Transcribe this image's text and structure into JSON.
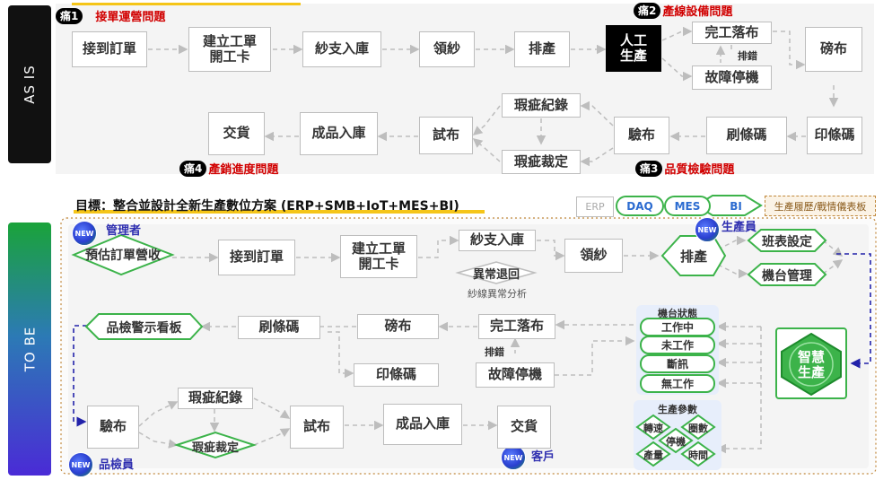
{
  "as_is": {
    "side_label": "AS IS",
    "pain_labels": [
      {
        "tag": "痛1",
        "text": "接單運營問題"
      },
      {
        "tag": "痛2",
        "text": "產線設備問題"
      },
      {
        "tag": "痛3",
        "text": "品質檢驗問題"
      },
      {
        "tag": "痛4",
        "text": "產銷進度問題"
      }
    ],
    "nodes": {
      "receive_order": "接到訂單",
      "create_card": "建立工單\n開工卡",
      "yarn_in": "紗支入庫",
      "pick_yarn": "領紗",
      "schedule": "排產",
      "manual": "人工\n生產",
      "complete": "完工落布",
      "fault": "故障停機",
      "weigh": "磅布",
      "print_code": "印條碼",
      "brush_code": "刷條碼",
      "inspect": "驗布",
      "defect_record": "瑕疵紀錄",
      "defect_judge": "瑕疵裁定",
      "trial": "試布",
      "finished_in": "成品入庫",
      "deliver": "交貨"
    },
    "troubleshoot": "排錯"
  },
  "to_be": {
    "side_label": "TO BE",
    "goal_title": "目標：整合並設計全新生產數位方案 (ERP+SMB+IoT+MES+BI)",
    "systems": [
      "ERP",
      "DAQ",
      "MES",
      "BI"
    ],
    "dashboard_label": "生產履歷/戰情儀表板",
    "roles": {
      "manager": "管理者",
      "producer": "生產員",
      "inspector": "品檢員",
      "customer": "客戶"
    },
    "new_badge": "NEW",
    "nodes": {
      "forecast": "預估訂單營收",
      "receive_order": "接到訂單",
      "create_card": "建立工單\n開工卡",
      "yarn_in": "紗支入庫",
      "abnormal_return": "異常退回",
      "yarn_analysis": "紗線異常分析",
      "pick_yarn": "領紗",
      "schedule": "排產",
      "shift_setting": "班表設定",
      "machine_mgmt": "機台管理",
      "smart_production": "智慧\n生產",
      "complete": "完工落布",
      "fault": "故障停機",
      "weigh": "磅布",
      "print_code": "印條碼",
      "brush_code": "刷條碼",
      "qc_board": "品檢警示看板",
      "inspect": "驗布",
      "defect_record": "瑕疵紀錄",
      "defect_judge": "瑕疵裁定",
      "trial": "試布",
      "finished_in": "成品入庫",
      "deliver": "交貨"
    },
    "troubleshoot": "排錯",
    "machine_status": {
      "title": "機台狀態",
      "items": [
        "工作中",
        "未工作",
        "斷訊",
        "無工作"
      ]
    },
    "production_params": {
      "title": "生產參數",
      "items": [
        "轉速",
        "圈數",
        "停機",
        "產量",
        "時間"
      ]
    }
  },
  "colors": {
    "as_is_side": "#111111",
    "to_be_side_top": "#1aa33a",
    "to_be_side_bottom": "#4a2bd6",
    "pain_red": "#d10000",
    "accent_green": "#3cb34a",
    "role_blue": "#2f2fb0"
  }
}
